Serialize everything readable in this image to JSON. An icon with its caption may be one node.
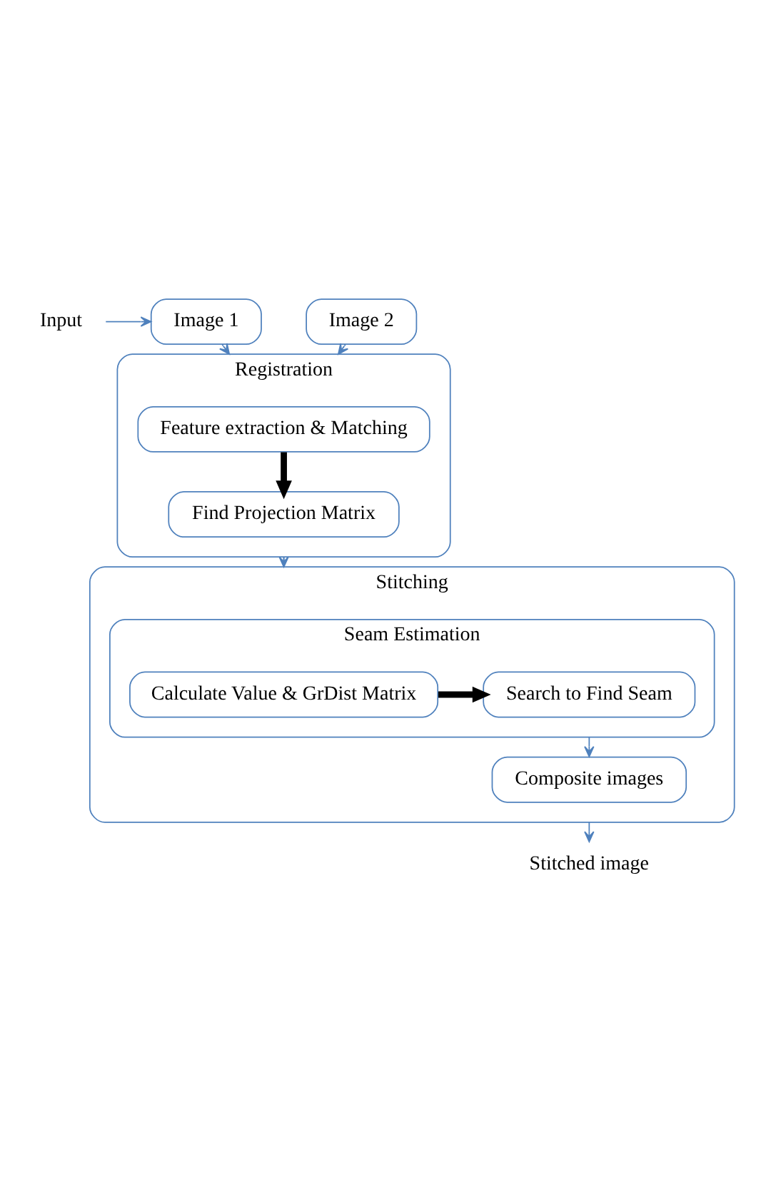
{
  "diagram": {
    "nodes": [
      {
        "text": [
          "Input"
        ]
      },
      {
        "text": [
          "Image 1"
        ]
      },
      {
        "text": [
          "Image 2"
        ]
      },
      {
        "text": [
          "Registration"
        ]
      },
      {
        "text": [
          "Feature extraction & Matching"
        ],
        "in": 3
      },
      {
        "text": [
          "Find Projection Matrix"
        ],
        "in": 3
      },
      {
        "text": [
          "Stitching"
        ]
      },
      {
        "text": [
          "Seam Estimation"
        ],
        "in": 6
      },
      {
        "text": [
          "Calculate Value & GrDist Matrix"
        ],
        "in": 7
      },
      {
        "text": [
          "Search to Find Seam"
        ],
        "in": 7
      },
      {
        "text": [
          "Composite images"
        ],
        "in": 6
      },
      {
        "text": [
          "Stitched image"
        ]
      }
    ],
    "edges": [
      {
        "from": 0,
        "to": 1,
        "arrow": "to"
      },
      {
        "from": 1,
        "to": 3,
        "arrow": "to"
      },
      {
        "from": 2,
        "to": 3,
        "arrow": "to"
      },
      {
        "from": 4,
        "to": 5,
        "arrow": "to",
        "style": "thick",
        "color": "#000000"
      },
      {
        "from": 3,
        "to": 6,
        "arrow": "to"
      },
      {
        "from": 8,
        "to": 9,
        "arrow": "to",
        "style": "thick",
        "color": "#000000"
      },
      {
        "from": 7,
        "to": 10,
        "arrow": "to"
      },
      {
        "from": 6,
        "to": 11,
        "arrow": "to"
      }
    ]
  }
}
